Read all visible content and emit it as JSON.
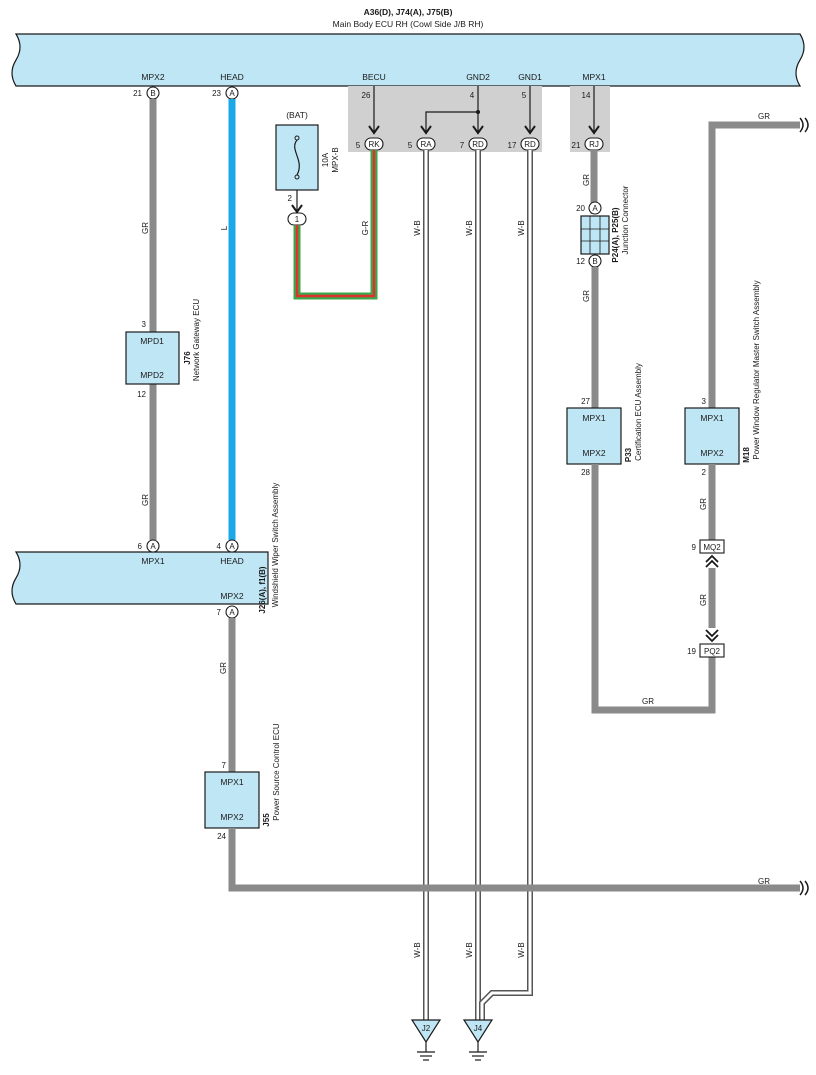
{
  "main_ecu": {
    "codes": "A36(D), J74(A), J75(B)",
    "name": "Main Body ECU RH (Cowl Side J/B RH)",
    "terminals": [
      {
        "label": "MPX2",
        "pin": "21",
        "conn": "B"
      },
      {
        "label": "HEAD",
        "pin": "23",
        "conn": "A"
      },
      {
        "label": "BECU",
        "pin": "26"
      },
      {
        "label": "GND2",
        "pin": "4"
      },
      {
        "label": "GND1",
        "pin": "5"
      },
      {
        "label": "MPX1",
        "pin": "14"
      }
    ],
    "sub_pins": [
      {
        "pin": "5",
        "conn": "RK"
      },
      {
        "pin": "5",
        "conn": "RA"
      },
      {
        "pin": "7",
        "conn": "RD"
      },
      {
        "pin": "17",
        "conn": "RD"
      },
      {
        "pin": "21",
        "conn": "RJ"
      }
    ]
  },
  "fuse": {
    "source": "(BAT)",
    "rating": "10A",
    "name": "MPX-B",
    "pin_top": "2",
    "pin_conn": "1"
  },
  "wires": {
    "gr": "GR",
    "l": "L",
    "gr_top": "GR",
    "g_r": "G-R",
    "w_b": "W-B"
  },
  "network_gateway": {
    "code": "J76",
    "name": "Network Gateway ECU",
    "term1": "MPD1",
    "term2": "MPD2",
    "pin1": "3",
    "pin2": "12"
  },
  "wiper_switch": {
    "codes": "J26(A), f1(B)",
    "name": "Windshield Wiper Switch Assembly",
    "terminals": [
      {
        "label": "MPX1",
        "pin": "6",
        "conn": "A"
      },
      {
        "label": "HEAD",
        "pin": "4",
        "conn": "A"
      },
      {
        "label": "MPX2",
        "pin": "7",
        "conn": "A"
      }
    ]
  },
  "power_source": {
    "code": "J55",
    "name": "Power Source Control ECU",
    "term1": "MPX1",
    "term2": "MPX2",
    "pin1": "7",
    "pin2": "24"
  },
  "junction": {
    "code": "P24(A), P25(B)",
    "name": "Junction Connector",
    "pin1": "20",
    "conn1": "A",
    "pin2": "12",
    "conn2": "B"
  },
  "certification": {
    "code": "P33",
    "name": "Certification ECU Assembly",
    "term1": "MPX1",
    "term2": "MPX2",
    "pin1": "27",
    "pin2": "28"
  },
  "window_switch": {
    "code": "M18",
    "name": "Power Window Regulator Master Switch Assembly",
    "term1": "MPX1",
    "term2": "MPX2",
    "pin1": "3",
    "pin2": "2"
  },
  "connectors": [
    {
      "pin": "9",
      "name": "MQ2"
    },
    {
      "pin": "19",
      "name": "PQ2"
    }
  ],
  "grounds": [
    "J2",
    "J4"
  ],
  "colors": {
    "module_fill": "#bfe6f5",
    "wire_gr": "#8a8a8a",
    "wire_l": "#1ba8e8",
    "wire_g": "#3aa84a",
    "wire_r": "#e03030",
    "wire_w_b": "#555555",
    "shade": "#d0d0d0"
  }
}
